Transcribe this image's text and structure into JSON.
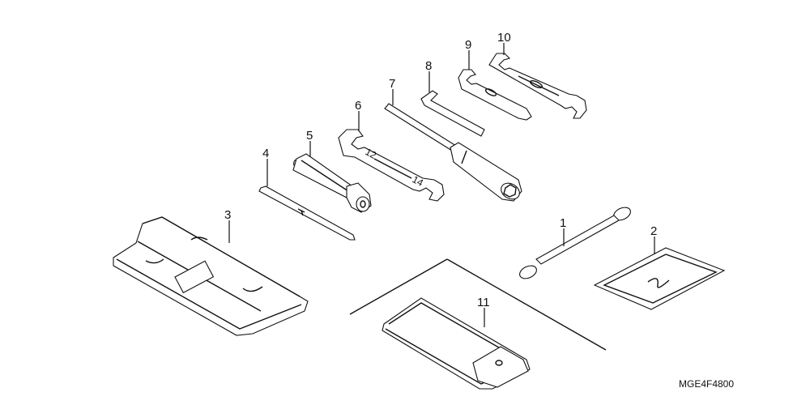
{
  "parts": [
    {
      "id": "tool-1",
      "callout": "1"
    },
    {
      "id": "tool-2",
      "callout": "2"
    },
    {
      "id": "tool-3",
      "callout": "3"
    },
    {
      "id": "tool-4",
      "callout": "4"
    },
    {
      "id": "tool-5",
      "callout": "5"
    },
    {
      "id": "tool-6",
      "callout": "6"
    },
    {
      "id": "tool-7",
      "callout": "7"
    },
    {
      "id": "tool-8",
      "callout": "8"
    },
    {
      "id": "tool-9",
      "callout": "9"
    },
    {
      "id": "tool-10",
      "callout": "10"
    },
    {
      "id": "tool-11",
      "callout": "11"
    }
  ],
  "diagram_code": "MGE4F4800"
}
